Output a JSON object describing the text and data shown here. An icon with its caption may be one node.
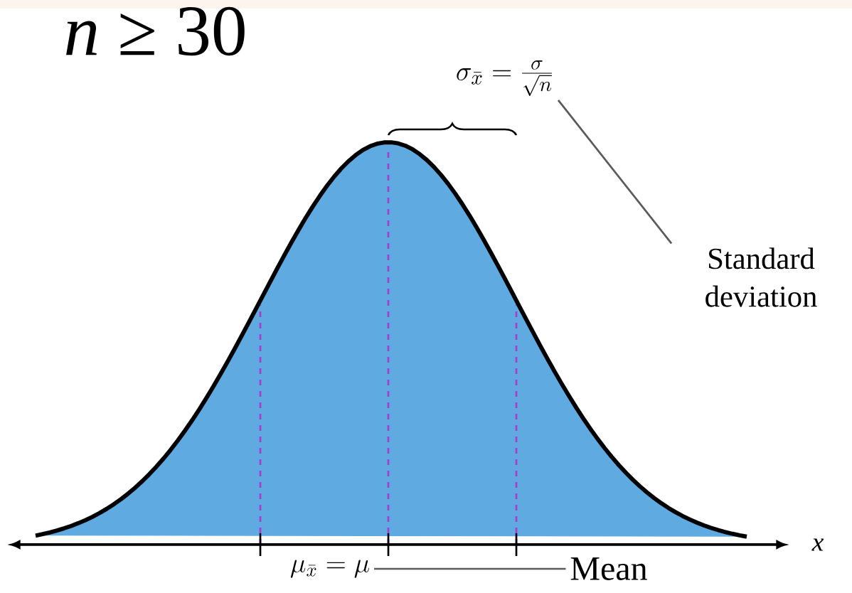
{
  "diagram": {
    "title": "*n* ≥ 30",
    "nodes": [
      {
        "text": [
          "\\sigma_{\\bar{x}} = \\frac{\\sigma}{\\sqrt{n}}"
        ]
      },
      {
        "text": [
          "Standard deviation"
        ]
      },
      {
        "text": [
          "\\mu_{\\bar{x}} = \\mu"
        ]
      },
      {
        "text": [
          "Mean"
        ]
      }
    ],
    "edges": [
      {
        "from": 1,
        "to": 0,
        "arrow": "none"
      },
      {
        "from": 3,
        "to": 2,
        "arrow": "none"
      }
    ],
    "labels": [
      "x"
    ]
  }
}
